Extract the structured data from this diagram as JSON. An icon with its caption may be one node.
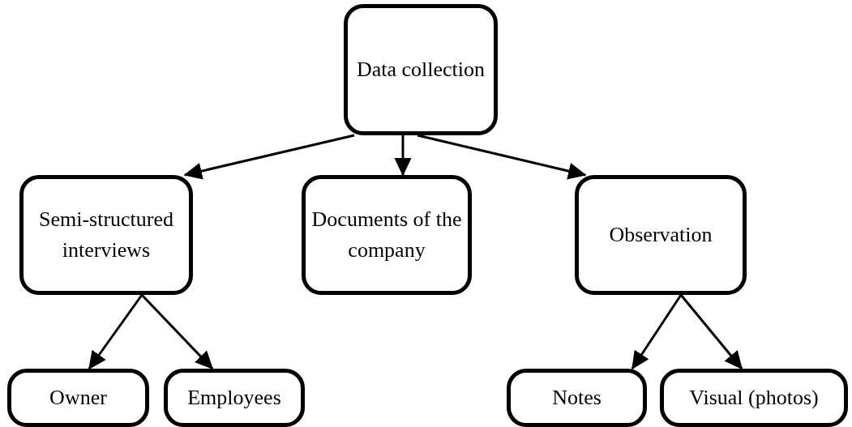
{
  "diagram": {
    "nodes": [
      {
        "text": [
          "Data collection"
        ]
      },
      {
        "text": [
          "Semi-structured interviews"
        ]
      },
      {
        "text": [
          "Documents of the company"
        ]
      },
      {
        "text": [
          "Observation"
        ]
      },
      {
        "text": [
          "Owner"
        ]
      },
      {
        "text": [
          "Employees"
        ]
      },
      {
        "text": [
          "Notes"
        ]
      },
      {
        "text": [
          "Visual (photos)"
        ]
      }
    ],
    "edges": [
      {
        "from": 0,
        "to": 1,
        "arrow": "to"
      },
      {
        "from": 0,
        "to": 2,
        "arrow": "to"
      },
      {
        "from": 0,
        "to": 3,
        "arrow": "to"
      },
      {
        "from": 1,
        "to": 4,
        "arrow": "to"
      },
      {
        "from": 1,
        "to": 5,
        "arrow": "to"
      },
      {
        "from": 3,
        "to": 6,
        "arrow": "to"
      },
      {
        "from": 3,
        "to": 7,
        "arrow": "to"
      }
    ]
  }
}
